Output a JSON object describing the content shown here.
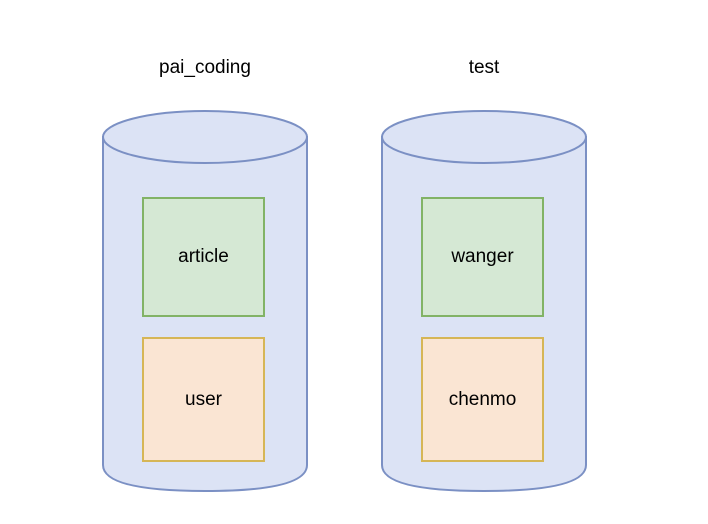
{
  "diagram": {
    "type": "database-cylinder-diagram",
    "background_color": "#ffffff",
    "style": {
      "cylinder_fill": "#dce3f5",
      "cylinder_stroke": "#7b90c4",
      "green_fill": "#d5e8d4",
      "green_stroke": "#82b366",
      "orange_fill": "#fae5d3",
      "orange_stroke": "#d6b656",
      "text_color": "#000000"
    },
    "databases": [
      {
        "id": "pai_coding",
        "title": "pai_coding",
        "tables": [
          {
            "name": "article",
            "color": "green"
          },
          {
            "name": "user",
            "color": "orange"
          }
        ]
      },
      {
        "id": "test",
        "title": "test",
        "tables": [
          {
            "name": "wanger",
            "color": "green"
          },
          {
            "name": "chenmo",
            "color": "orange"
          }
        ]
      }
    ]
  }
}
